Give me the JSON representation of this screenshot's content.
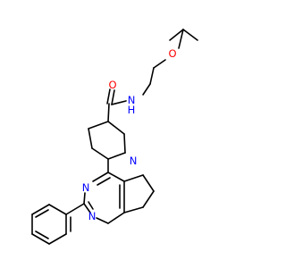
{
  "molecule": {
    "atoms": [
      {
        "id": "o-ether",
        "symbol": "O",
        "color": "#ff0000"
      },
      {
        "id": "o-carbonyl",
        "symbol": "O",
        "color": "#ff0000"
      },
      {
        "id": "n-amide",
        "symbol": "N",
        "h_suffix": "H",
        "color": "#0000ff"
      },
      {
        "id": "n-piperidine",
        "symbol": "N",
        "color": "#0000ff"
      },
      {
        "id": "n-pyrimidine-3",
        "symbol": "N",
        "color": "#0000ff"
      },
      {
        "id": "n-pyrimidine-1",
        "symbol": "N",
        "color": "#0000ff"
      }
    ],
    "bond_color": "#000000"
  }
}
